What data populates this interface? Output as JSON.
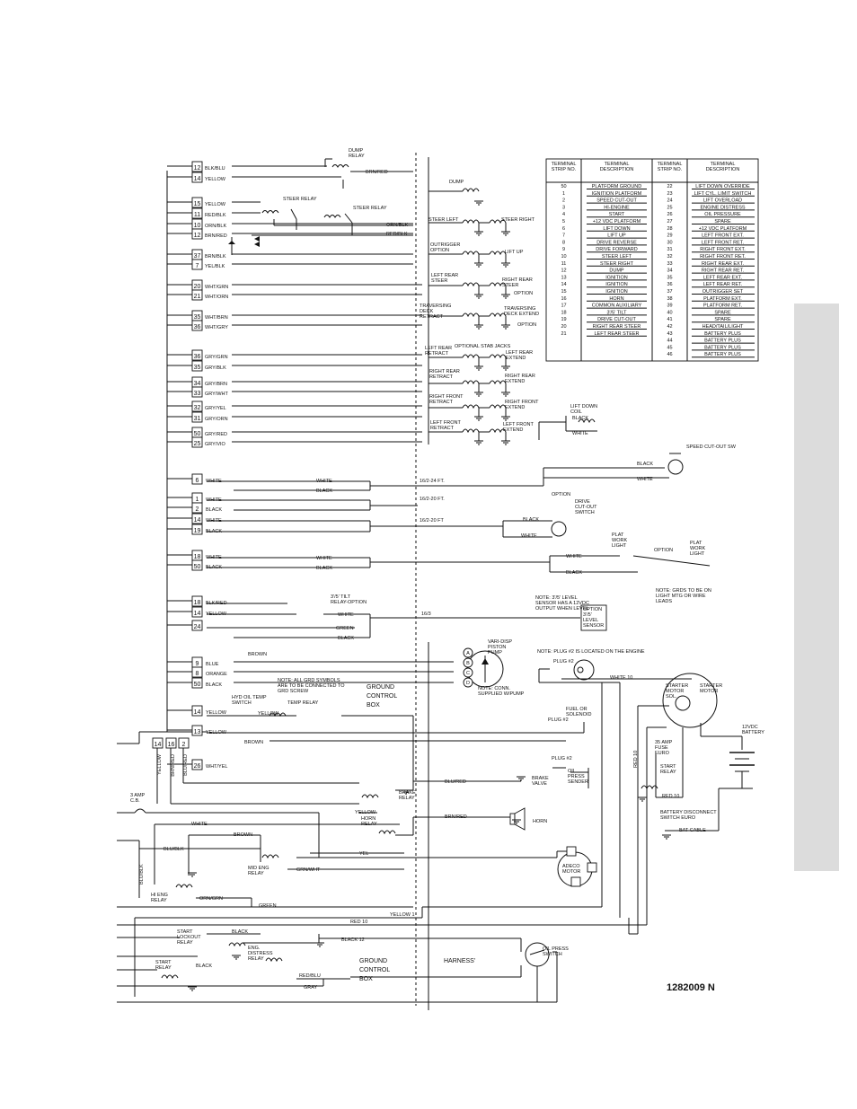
{
  "drawing_number": "1282009 N",
  "relays": {
    "dump": "DUMP RELAY",
    "steer_a": "STEER RELAY",
    "steer_b": "STEER RELAY",
    "tilt": "3'/5' TILT RELAY-OPTION",
    "temp": "TEMP RELAY",
    "brake": "BRAKE RELAY",
    "horn": "HORN RELAY",
    "mid_eng": "MID ENG RELAY",
    "hi_eng": "HI ENG RELAY",
    "start_lockout": "START LOCKOUT RELAY",
    "eng_distress": "ENG. DISTRESS RELAY",
    "start_left": "START RELAY",
    "start_right": "START RELAY",
    "hyd_oil_temp": "HYD OIL TEMP SWITCH"
  },
  "terminals_left": [
    {
      "num": "12",
      "wire": "BLK/BLU"
    },
    {
      "num": "14",
      "wire": "YELLOW"
    },
    {
      "num": "15",
      "wire": "YELLOW"
    },
    {
      "num": "11",
      "wire": "RED/BLK"
    },
    {
      "num": "10",
      "wire": "ORN/BLK"
    },
    {
      "num": "12",
      "wire": "BRN/RED"
    },
    {
      "num": "37",
      "wire": "BRN/BLK"
    },
    {
      "num": "7",
      "wire": "YEL/BLK"
    },
    {
      "num": "20",
      "wire": "WHT/GRN"
    },
    {
      "num": "21",
      "wire": "WHT/ORN"
    },
    {
      "num": "35",
      "wire": "WHT/BRN"
    },
    {
      "num": "36",
      "wire": "WHT/GRY"
    },
    {
      "num": "36",
      "wire": "GRY/GRN"
    },
    {
      "num": "35",
      "wire": "GRY/BLK"
    },
    {
      "num": "34",
      "wire": "GRY/BRN"
    },
    {
      "num": "33",
      "wire": "GRY/WHT"
    },
    {
      "num": "32",
      "wire": "GRY/YEL"
    },
    {
      "num": "31",
      "wire": "GRY/ORN"
    },
    {
      "num": "50",
      "wire": "GRY/RED"
    },
    {
      "num": "25",
      "wire": "GRY/VIO"
    }
  ],
  "terminals_mid": [
    {
      "num": "6",
      "wire": "WHITE"
    },
    {
      "num": "1",
      "wire": "WHITE"
    },
    {
      "num": "2",
      "wire": "BLACK"
    },
    {
      "num": "14",
      "wire": "WHITE"
    },
    {
      "num": "19",
      "wire": "BLACK"
    },
    {
      "num": "18",
      "wire": "WHITE"
    },
    {
      "num": "50",
      "wire": "BLACK"
    },
    {
      "num": "18",
      "wire": "BLK/RED"
    },
    {
      "num": "14",
      "wire": "YELLOW"
    },
    {
      "num": "24",
      "wire": ""
    },
    {
      "num": "9",
      "wire": "BLUE"
    },
    {
      "num": "8",
      "wire": "ORANGE"
    },
    {
      "num": "50",
      "wire": "BLACK"
    },
    {
      "num": "14",
      "wire": "YELLOW"
    },
    {
      "num": "13",
      "wire": "YELLOW"
    },
    {
      "num": "26",
      "wire": "WHT/YEL"
    }
  ],
  "column_terminals": [
    {
      "num": "14",
      "wire": "YELLOW"
    },
    {
      "num": "16",
      "wire": "BRN/RED"
    },
    {
      "num": "2",
      "wire": "BLU/RED"
    }
  ],
  "coils": {
    "dump": "DUMP",
    "steer_left": "STEER LEFT",
    "steer_right": "STEER RIGHT",
    "outrigger": "OUTRIGGER OPTION",
    "lift_up": "LIFT UP",
    "left_rear_steer": "LEFT REAR STEER",
    "right_rear_steer": "RIGHT REAR STEER",
    "option1": "OPTION",
    "trav_retract": "TRAVERSING DECK RETRACT",
    "trav_extend": "TRAVERSING DECK EXTEND",
    "option2": "OPTION",
    "optional_stab": "OPTIONAL STAB JACKS",
    "lr_retract": "LEFT REAR RETRACT",
    "lr_extend": "LEFT REAR EXTEND",
    "rr_retract": "RIGHT REAR RETRACT",
    "rr_extend": "RIGHT REAR EXTEND",
    "rf_retract": "RIGHT FRONT RETRACT",
    "rf_extend": "RIGHT FRONT EXTEND",
    "lf_retract": "LEFT FRONT RETRACT",
    "lf_extend": "LEFT FRONT EXTEND",
    "lift_down": "LIFT DOWN COIL"
  },
  "cables": {
    "c24": "16/2-24 FT.",
    "c20a": "16/2-20 FT.",
    "c20b": "16/2-20 FT",
    "c3": "16/3"
  },
  "right_devices": {
    "speed_cutout": "SPEED CUT-OUT SW",
    "drive_cutout_option": "OPTION",
    "drive_cutout": "DRIVE CUT-OUT SWITCH",
    "plat_work_light_a": "PLAT WORK LIGHT",
    "plat_option": "OPTION",
    "plat_work_light_b": "PLAT WORK LIGHT",
    "grds_note": "NOTE: GRDS TO BE ON LIGHT MTG OR WIRE LEADS",
    "level_note": "NOTE: 3'/5' LEVEL SENSOR HAS A 12VDC OUTPUT WHEN LEVEL",
    "level_sensor": "OPTION 3'/5' LEVEL SENSOR",
    "pump": "VARI-DISP PISTON PUMP",
    "conn_note": "NOTE: CONN. SUPPLIED W/PUMP",
    "plug_note": "NOTE: PLUG #2 IS LOCATED ON THE ENGINE",
    "plug2a": "PLUG #2",
    "plug2b": "PLUG #2",
    "plug2c": "PLUG #2",
    "fuel_sol": "FUEL OR SOLENOID",
    "brake_valve": "BRAKE VALVE",
    "oil_press_sender": "OIL PRESS SENDER",
    "horn": "HORN",
    "adeco": "ADECO MOTOR",
    "starter_sol": "STARTER MOTOR SOL.",
    "starter_motor": "STARTER MOTOR",
    "battery": "12VDC BATTERY",
    "fuse": "35 AMP FUSE EURO",
    "start_relay": "START RELAY",
    "disconnect": "BATTERY DISCONNECT SWITCH EURO",
    "bat_cable": "BAT CABLE",
    "oil_press_switch": "OIL PRESS SWITCH",
    "grd_note": "NOTE: ALL GRD SYMBOLS ARE TO BE CONNECTED TO GRD SCREW",
    "gcb_a": "GROUND CONTROL BOX",
    "gcb_b": "GROUND CONTROL BOX",
    "harness": "HARNESS'",
    "cb": "3 AMP C.B."
  },
  "wire_labels": {
    "brn_red_dump": "BRN/RED",
    "orn_blk": "ORN/BLK",
    "red_blk": "RED/BLK",
    "white": "WHITE",
    "black": "BLACK",
    "green": "GREEN",
    "brown": "BROWN",
    "yellow": "YELLOW",
    "blu_red": "BLU/RED",
    "brn_red": "BRN/RED",
    "yel": "YEL",
    "grn_wht": "GRN/WHT",
    "blu_blk": "BLU/BLK",
    "orn_grn": "ORN/GRN",
    "red10": "RED 10",
    "black12": "BLACK 12",
    "red_blu": "RED/BLU",
    "gray": "GRAY",
    "white10": "WHITE 10",
    "yellow1": "YELLOW 1",
    "red10_vert": "RED 10"
  },
  "table": {
    "headers": [
      "TERMINAL STRIP NO.",
      "TERMINAL DESCRIPTION",
      "TERMINAL STRIP NO.",
      "TERMINAL DESCRIPTION"
    ],
    "left": [
      [
        "50",
        "PLATFORM GROUND"
      ],
      [
        "1",
        "IGNITION PLATFORM"
      ],
      [
        "2",
        "SPEED CUT-OUT"
      ],
      [
        "3",
        "HI-ENGINE"
      ],
      [
        "4",
        "START"
      ],
      [
        "5",
        "+12 VDC PLATFORM"
      ],
      [
        "6",
        "LIFT DOWN"
      ],
      [
        "7",
        "LIFT UP"
      ],
      [
        "8",
        "DRIVE REVERSE"
      ],
      [
        "9",
        "DRIVE FORWARD"
      ],
      [
        "10",
        "STEER LEFT"
      ],
      [
        "11",
        "STEER RIGHT"
      ],
      [
        "12",
        "DUMP"
      ],
      [
        "13",
        "IGNITION"
      ],
      [
        "14",
        "IGNITION"
      ],
      [
        "15",
        "IGNITION"
      ],
      [
        "16",
        "HORN"
      ],
      [
        "17",
        "COMMON AUXILIARY"
      ],
      [
        "18",
        "3'/5' TILT"
      ],
      [
        "19",
        "DRIVE CUT-OUT"
      ],
      [
        "20",
        "RIGHT REAR STEER"
      ],
      [
        "21",
        "LEFT REAR STEER"
      ]
    ],
    "right": [
      [
        "22",
        "LIFT DOWN OVERRIDE"
      ],
      [
        "23",
        "LIFT CYL. LIMIT SWITCH"
      ],
      [
        "24",
        "LIFT OVERLOAD"
      ],
      [
        "25",
        "ENGINE DISTRESS"
      ],
      [
        "26",
        "OIL PRESSURE"
      ],
      [
        "27",
        "SPARE"
      ],
      [
        "28",
        "+12 VDC PLATFORM"
      ],
      [
        "29",
        "LEFT FRONT EXT."
      ],
      [
        "30",
        "LEFT FRONT RET."
      ],
      [
        "31",
        "RIGHT FRONT EXT."
      ],
      [
        "32",
        "RIGHT FRONT RET."
      ],
      [
        "33",
        "RIGHT REAR EXT."
      ],
      [
        "34",
        "RIGHT REAR RET."
      ],
      [
        "35",
        "LEFT REAR EXT."
      ],
      [
        "36",
        "LEFT REAR RET."
      ],
      [
        "37",
        "OUTRIGGER SET"
      ],
      [
        "38",
        "PLATFORM EXT."
      ],
      [
        "39",
        "PLATFORM RET."
      ],
      [
        "40",
        "SPARE"
      ],
      [
        "41",
        "SPARE"
      ],
      [
        "42",
        "HEAD/TAIL/LIGHT"
      ],
      [
        "43",
        "BATTERY PLUS"
      ],
      [
        "44",
        "BATTERY PLUS"
      ],
      [
        "45",
        "BATTERY PLUS"
      ],
      [
        "46",
        "BATTERY PLUS"
      ]
    ]
  }
}
